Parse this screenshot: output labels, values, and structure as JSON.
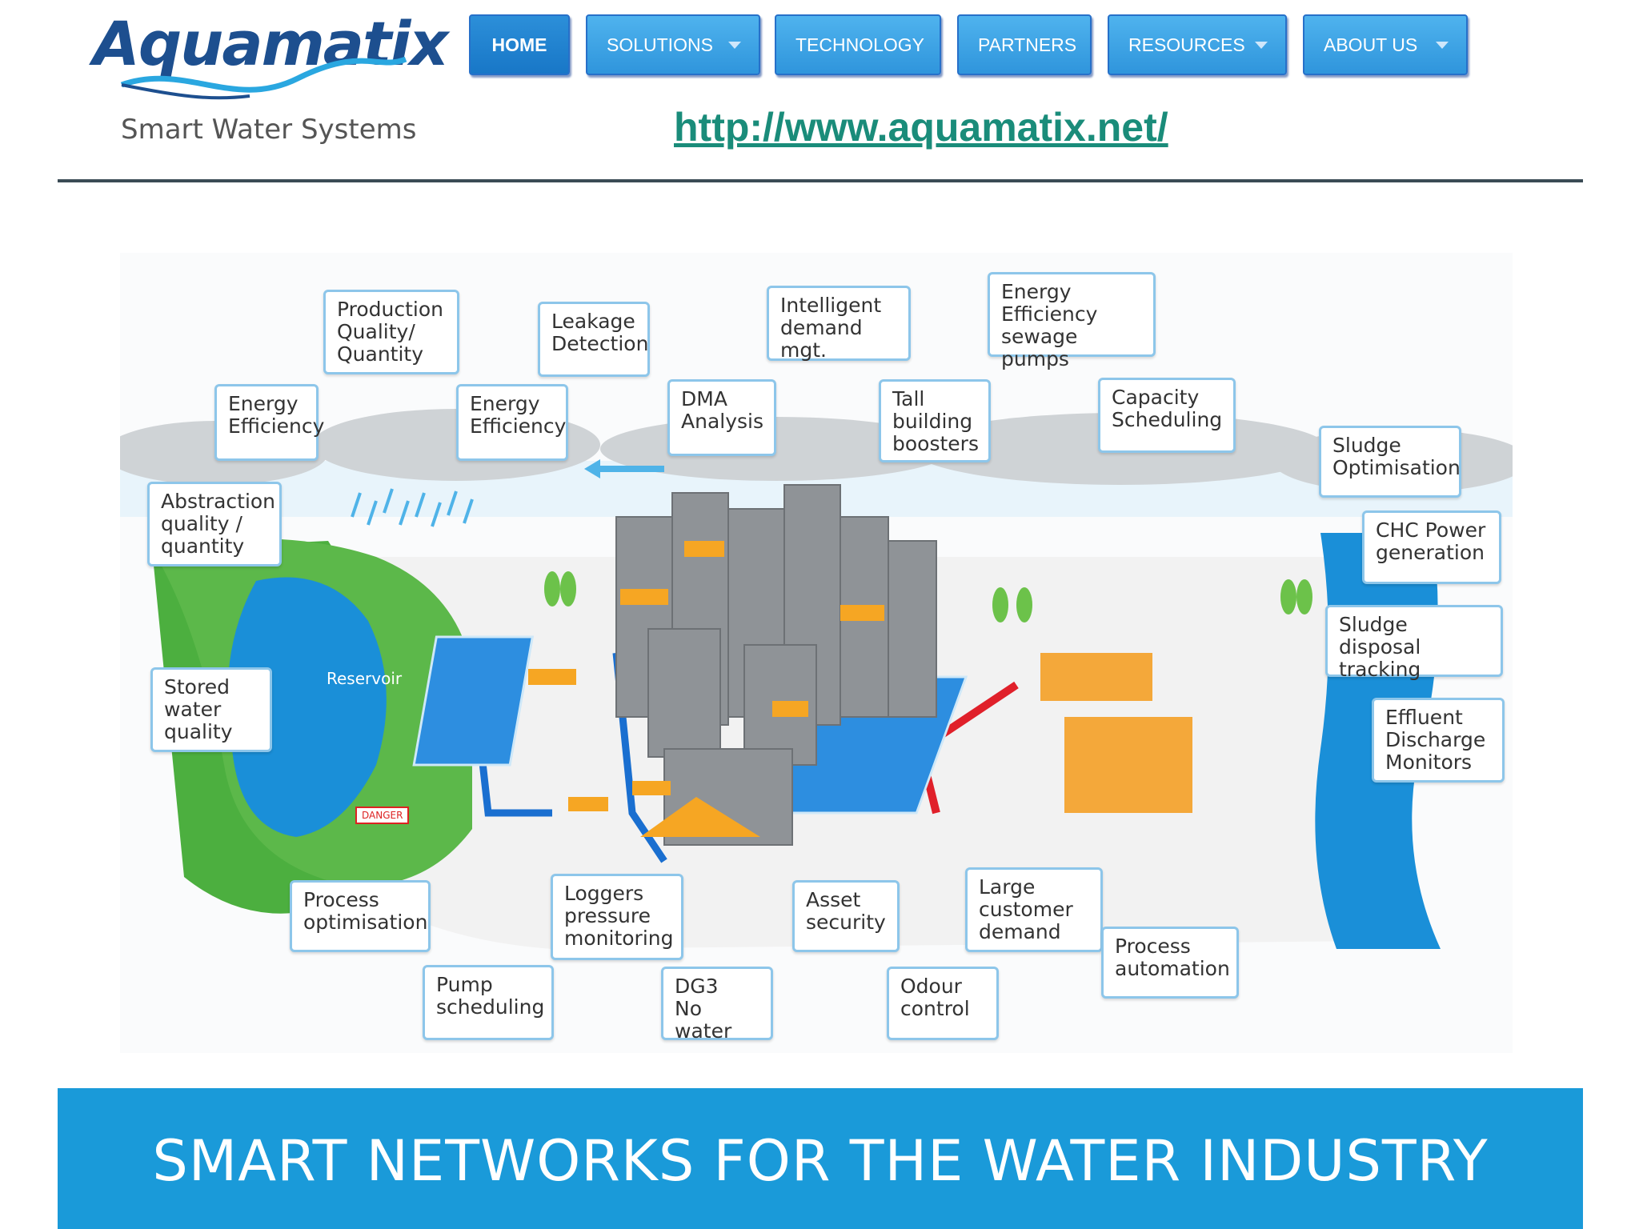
{
  "brand": {
    "name": "Aquamatix",
    "tagline": "Smart Water Systems"
  },
  "nav": [
    {
      "label": "HOME",
      "active": true,
      "has_dropdown": false
    },
    {
      "label": "SOLUTIONS",
      "active": false,
      "has_dropdown": true
    },
    {
      "label": "TECHNOLOGY",
      "active": false,
      "has_dropdown": false
    },
    {
      "label": "PARTNERS",
      "active": false,
      "has_dropdown": false
    },
    {
      "label": "RESOURCES",
      "active": false,
      "has_dropdown": true
    },
    {
      "label": "ABOUT US",
      "active": false,
      "has_dropdown": true
    }
  ],
  "url": "http://www.aquamatix.net/",
  "illustration": {
    "reservoir_label": "Reservoir",
    "danger_sign": "DANGER",
    "callouts": [
      "Production\nQuality/\nQuantity",
      "Leakage\nDetection",
      "Intelligent\ndemand mgt.",
      "Energy\nEfficiency\nsewage pumps",
      "Energy\nEfficiency",
      "Energy\nEfficiency",
      "DMA\nAnalysis",
      "Tall\nbuilding\nboosters",
      "Capacity\nScheduling",
      "Sludge\nOptimisation",
      "Abstraction\nquality /\nquantity",
      "CHC Power\ngeneration",
      "Sludge disposal\ntracking",
      "Stored\nwater\nquality",
      "Effluent\nDischarge\nMonitors",
      "Process\noptimisation",
      "Loggers\npressure\nmonitoring",
      "Asset\nsecurity",
      "Large\ncustomer\ndemand",
      "Process\nautomation",
      "Pump\nscheduling",
      "DG3\nNo water",
      "Odour\ncontrol"
    ]
  },
  "banner": {
    "text": "SMART NETWORKS FOR THE WATER INDUSTRY"
  },
  "colors": {
    "nav_blue": "#2f95dc",
    "url_green": "#1a8c7a",
    "banner_blue": "#1a9ad9",
    "logo_navy": "#1d4f8f"
  }
}
